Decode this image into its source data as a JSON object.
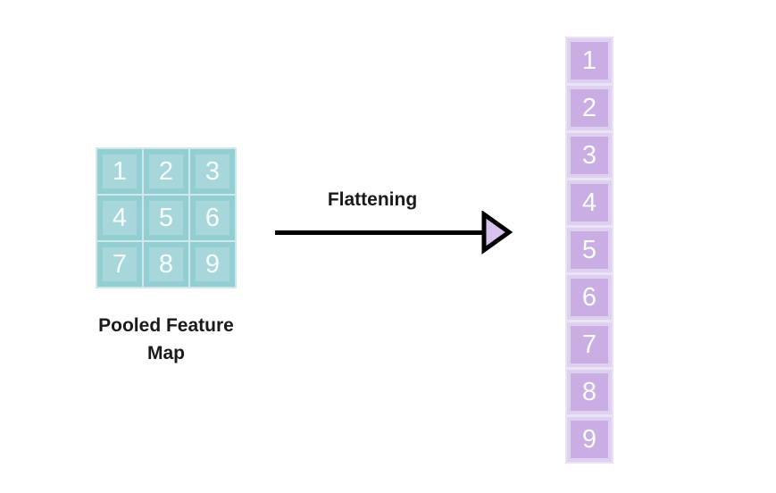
{
  "diagram": {
    "grid": {
      "label": "Pooled Feature Map",
      "rows": 3,
      "cols": 3,
      "cells": [
        "1",
        "2",
        "3",
        "4",
        "5",
        "6",
        "7",
        "8",
        "9"
      ]
    },
    "arrow": {
      "label": "Flattening",
      "direction": "right"
    },
    "vector": {
      "rows": 9,
      "cols": 1,
      "cells": [
        "1",
        "2",
        "3",
        "4",
        "5",
        "6",
        "7",
        "8",
        "9"
      ]
    }
  },
  "colors": {
    "teal-fill": "#a7d7da",
    "teal-border": "#93ced3",
    "teal-gap": "#cfe9eb",
    "purple-fill": "#c9ade3",
    "purple-border": "#ded1f0",
    "purple-gap": "#eae3f7",
    "cell-number": "#f7fdfd",
    "arrow-color": "#000000",
    "arrowhead-fill": "#d9c3ee",
    "label-color": "#1a1a1a"
  }
}
